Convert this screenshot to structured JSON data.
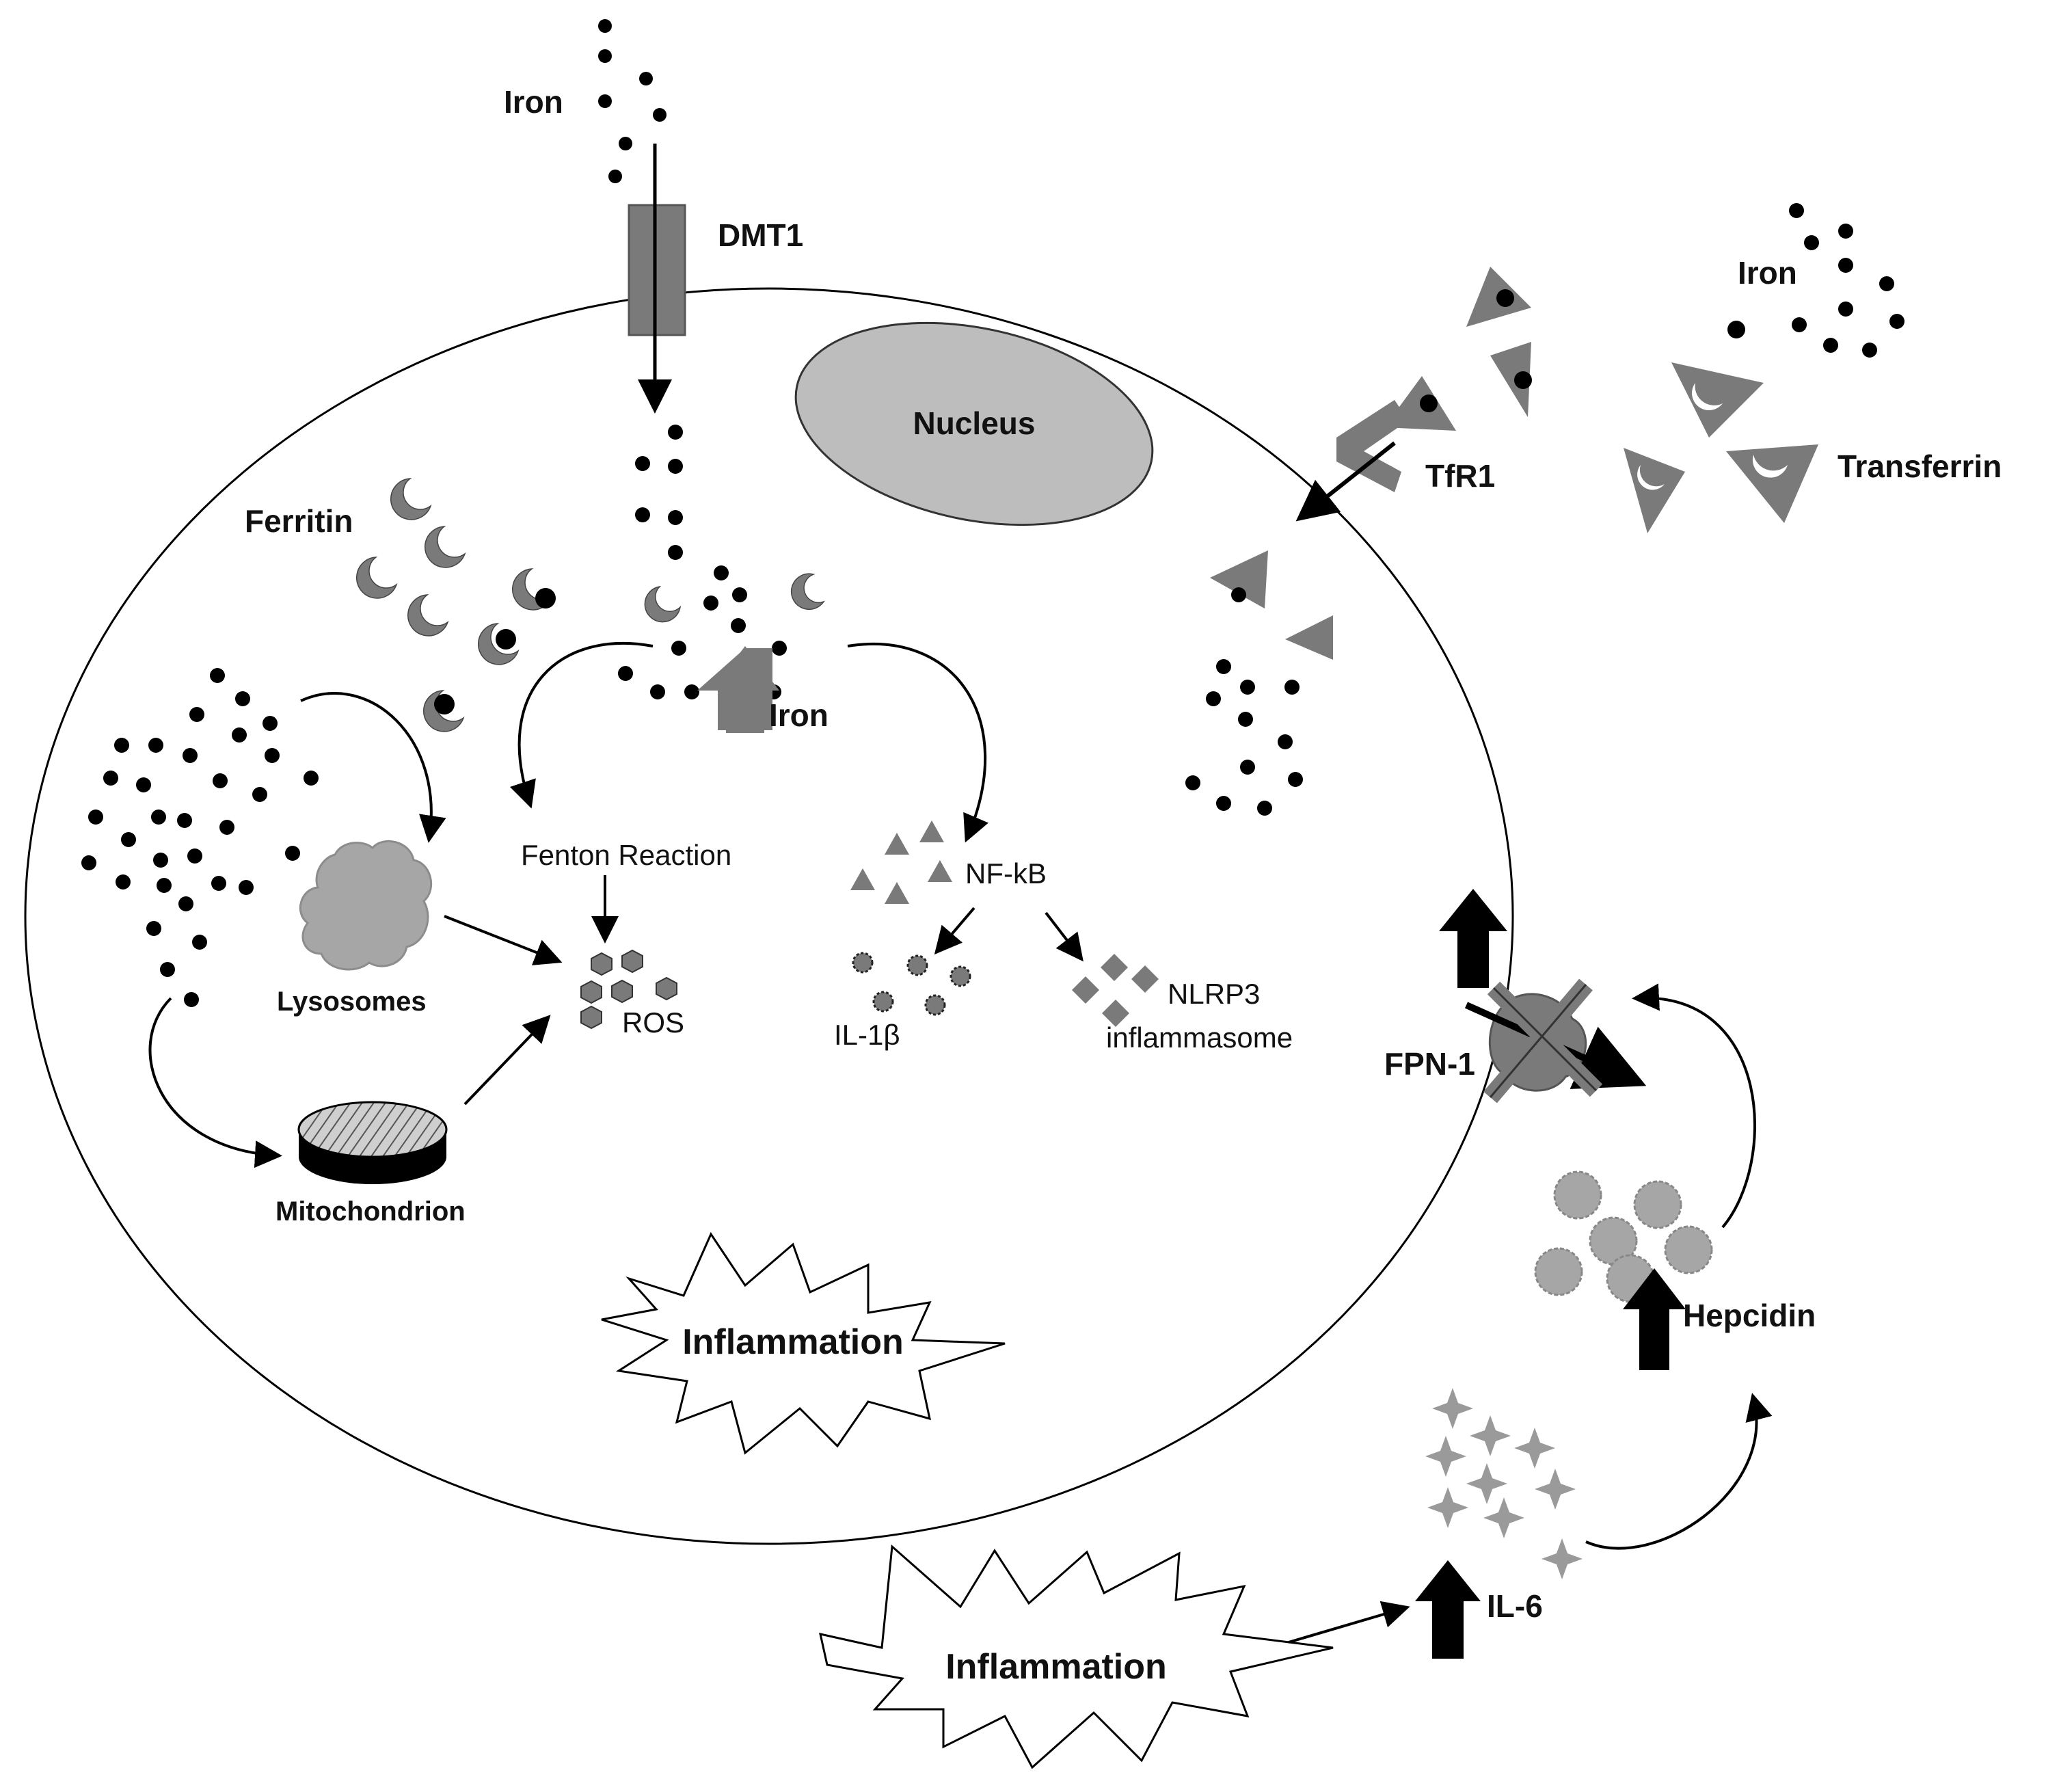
{
  "labels": {
    "iron_top": "Iron",
    "dmt1": "DMT1",
    "nucleus": "Nucleus",
    "iron_right": "Iron",
    "tfr1": "TfR1",
    "transferrin": "Transferrin",
    "ferritin": "Ferritin",
    "iron_inner": "Iron",
    "fenton": "Fenton Reaction",
    "nfkb": "NF-kB",
    "lysosomes": "Lysosomes",
    "ros": "ROS",
    "il1b": "IL-1β",
    "nlrp3_line1": "NLRP3",
    "nlrp3_line2": "inflammasome",
    "fpn1": "FPN-1",
    "mitochondrion": "Mitochondrion",
    "inflammation_inner": "Inflammation",
    "hepcidin": "Hepcidin",
    "il6": "IL-6",
    "inflammation_outer": "Inflammation"
  },
  "colors": {
    "iron_dot": "#000000",
    "protein_gray": "#7a7a7a",
    "nucleus_fill": "#bdbdbd",
    "light_gray": "#a6a6a6",
    "up_arrow": "#000000"
  }
}
